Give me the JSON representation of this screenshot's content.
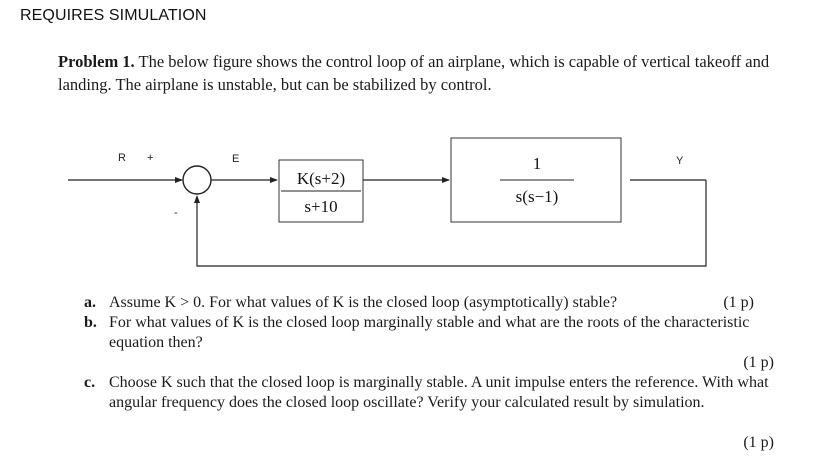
{
  "header": {
    "title": "REQUIRES SIMULATION"
  },
  "problem": {
    "label": "Problem 1.",
    "text": "The below figure shows the control loop of an airplane, which is capable of vertical takeoff and landing. The airplane is unstable, but can be stabilized by control."
  },
  "diagram": {
    "signal_r": "R",
    "plus_sign": "+",
    "minus_sign": "-",
    "signal_e": "E",
    "signal_y": "Y",
    "controller_num": "K(s+2)",
    "controller_den": "s+10",
    "plant_num": "1",
    "plant_den": "s(s−1)"
  },
  "questions": [
    {
      "letter": "a.",
      "text": "Assume K > 0. For what values of K is the closed loop (asymptotically) stable?",
      "points": "(1 p)"
    },
    {
      "letter": "b.",
      "text": "For what values of K is the closed loop marginally stable and what are the roots of the characteristic equation then?",
      "points": "(1 p)"
    },
    {
      "letter": "c.",
      "text": "Choose K such that the closed loop is marginally stable. A unit impulse enters the reference. With what angular frequency does the closed loop oscillate? Verify your calculated result by simulation.",
      "points": "(1 p)"
    }
  ]
}
